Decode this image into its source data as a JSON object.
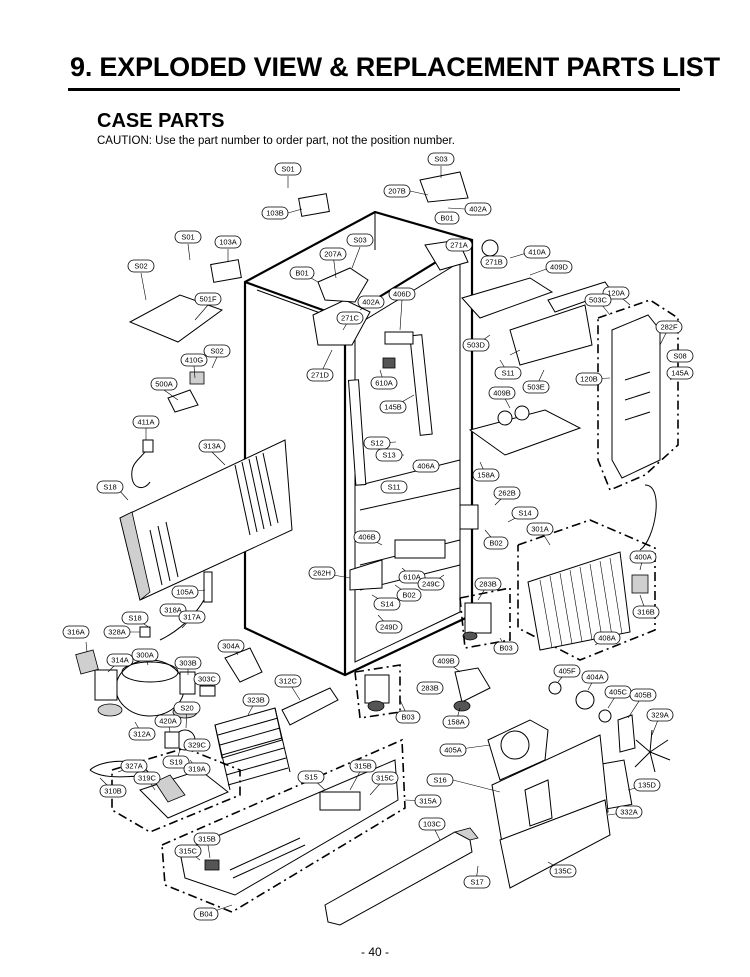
{
  "header": {
    "title": "9. EXPLODED VIEW & REPLACEMENT PARTS LIST",
    "section": "CASE PARTS",
    "caution": "CAUTION: Use the part number to order part, not the position number."
  },
  "footer": {
    "page_number": "- 40 -"
  },
  "labels": {
    "S03a": "S03",
    "S01a": "S01",
    "207B": "207B",
    "402Aa": "402A",
    "B01a": "B01",
    "103B": "103B",
    "S01b": "S01",
    "103A": "103A",
    "S03b": "S03",
    "271A": "271A",
    "410A": "410A",
    "207A": "207A",
    "271B": "271B",
    "409D": "409D",
    "S02a": "S02",
    "B01b": "B01",
    "406D": "406D",
    "402Ab": "402A",
    "120A": "120A",
    "503C": "503C",
    "501F": "501F",
    "271C": "271C",
    "282F": "282F",
    "503D": "503D",
    "S02b": "S02",
    "S08": "S08",
    "410G": "410G",
    "S11a": "S11",
    "271D": "271D",
    "145A": "145A",
    "120B": "120B",
    "500A": "500A",
    "610Aa": "610A",
    "503E": "503E",
    "409B": "409B",
    "145B": "145B",
    "411A": "411A",
    "313A": "313A",
    "S12": "S12",
    "S13": "S13",
    "406A": "406A",
    "158Aa": "158A",
    "S18a": "S18",
    "S11b": "S11",
    "262B": "262B",
    "S14a": "S14",
    "301A": "301A",
    "406B": "406B",
    "B02a": "B02",
    "400A": "400A",
    "262H": "262H",
    "610Ab": "610A",
    "249C": "249C",
    "283Ba": "283B",
    "105A": "105A",
    "B02b": "B02",
    "S14b": "S14",
    "316B": "316B",
    "S18b": "S18",
    "318A": "318A",
    "317A": "317A",
    "316A": "316A",
    "328A": "328A",
    "249D": "249D",
    "408A": "408A",
    "304A": "304A",
    "B03a": "B03",
    "300A": "300A",
    "314A": "314A",
    "303B": "303B",
    "409Bb": "409B",
    "405F": "405F",
    "404A": "404A",
    "303C": "303C",
    "312C": "312C",
    "283Bb": "283B",
    "405C": "405C",
    "405B": "405B",
    "323B": "323B",
    "S20": "S20",
    "B03b": "B03",
    "158Ab": "158A",
    "329A": "329A",
    "420A": "420A",
    "312A": "312A",
    "329C": "329C",
    "405A": "405A",
    "S19": "S19",
    "327A": "327A",
    "319A": "319A",
    "315B": "315B",
    "S15": "S15",
    "315C": "315C",
    "S16": "S16",
    "135D": "135D",
    "319C": "319C",
    "310B": "310B",
    "315A": "315A",
    "332A": "332A",
    "103C": "103C",
    "315Bb": "315B",
    "315Cb": "315C",
    "135C": "135C",
    "S17": "S17",
    "B04": "B04"
  }
}
